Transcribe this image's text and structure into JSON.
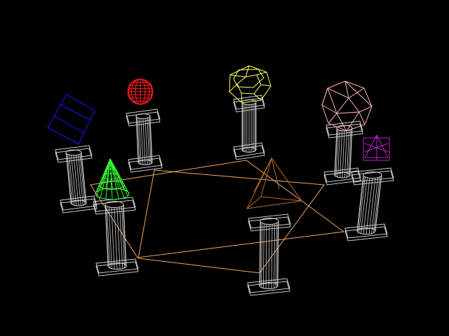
{
  "scene": {
    "background": "#000000",
    "pedestal_color": "#cfcfcf",
    "floor_star_color": "#f0a860",
    "objects": [
      {
        "name": "cube",
        "color": "#1a1aff"
      },
      {
        "name": "sphere",
        "color": "#ff1a1a"
      },
      {
        "name": "dodecahedron",
        "color": "#ffff66"
      },
      {
        "name": "icosahedron",
        "color": "#ffb0b0"
      },
      {
        "name": "octahedron",
        "color": "#c020d0"
      },
      {
        "name": "cone",
        "color": "#33ff33"
      },
      {
        "name": "tetrahedron",
        "color": "#c06a20"
      }
    ]
  }
}
